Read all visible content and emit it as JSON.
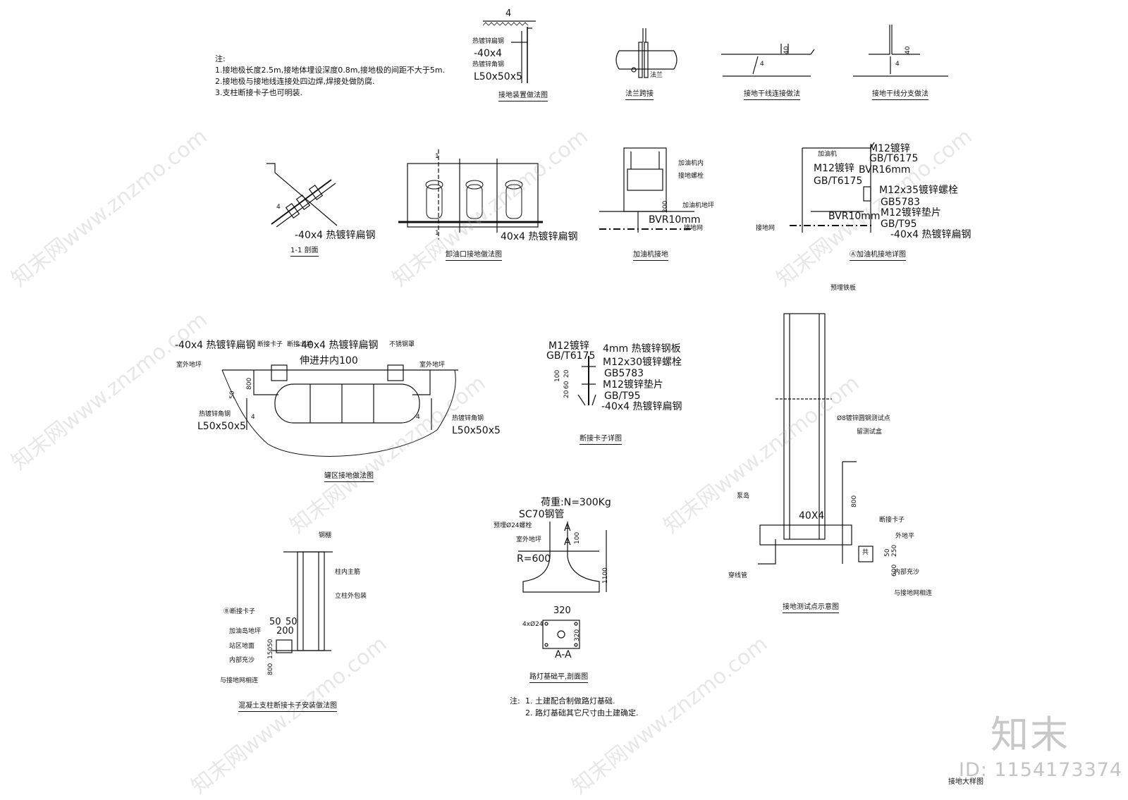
{
  "notes": {
    "heading": "注:",
    "lines": [
      "1.接地极长度2.5m,接地体埋设深度0.8m,接地极的间距不大于5m.",
      "2.接地极与接地线连接处四边焊,焊接处做防腐.",
      "3.支柱断接卡子也可明装."
    ]
  },
  "detail_ground_device": {
    "title": "接地装置做法图",
    "dim": "4",
    "labels": [
      "热镀锌扁钢",
      "-40x4",
      "热镀锌角钢",
      "L50x50x5"
    ]
  },
  "detail_flange": {
    "title": "法兰跨接",
    "label": "法兰"
  },
  "detail_trunk_joint": {
    "title": "接地干线连接做法",
    "dims": [
      "40",
      "4"
    ]
  },
  "detail_trunk_branch": {
    "title": "接地干线分支做法",
    "dims": [
      "40",
      "4"
    ]
  },
  "detail_section_1_1": {
    "title": "1-1 剖面",
    "dim": "4",
    "label": "-40x4 热镀锌扁钢"
  },
  "detail_unloading": {
    "title": "卸油口接地做法图",
    "marks": [
      "1",
      "1"
    ],
    "label": "40x4 热镀锌扁钢"
  },
  "detail_dispenser": {
    "title": "加油机接地",
    "labels": [
      "加油机内",
      "接地螺栓",
      "加油机地坪",
      "BVR10mm",
      "接地网",
      "200"
    ]
  },
  "detail_dispenser_detail": {
    "title": "Ⓐ加油机接地详图",
    "labels": [
      "加油机",
      "M12镀锌",
      "GB/T6175",
      "M12镀锌",
      "BVR16mm",
      "GB/T6175",
      "M12x35镀锌螺栓",
      "GB5783",
      "BVR10mm",
      "M12镀锌垫片",
      "GB/T95",
      "接地网",
      "-40x4 热镀锌扁钢"
    ]
  },
  "detail_tank_area": {
    "title": "罐区接地做法图",
    "labels": [
      "-40x4 热镀锌扁钢",
      "断接卡子",
      "断接卡井",
      "-40x4 热镀锌扁钢",
      "不锈钢罩",
      "室外地坪",
      "伸进井内100",
      "室外地坪",
      "800",
      "50",
      "热镀锌角钢",
      "L50x50x5",
      "热镀锌角钢",
      "L50x50x5",
      "4",
      "4"
    ]
  },
  "detail_clamp": {
    "title": "断接卡子详图",
    "labels": [
      "M12镀锌",
      "GB/T6175",
      "4mm 热镀锌钢板",
      "M12x30镀锌螺栓",
      "GB5783",
      "M12镀锌垫片",
      "GB/T95",
      "-40x4 热镀锌扁钢"
    ],
    "dims": [
      "100",
      "20",
      "60",
      "20"
    ]
  },
  "detail_test_point": {
    "title": "接地测试点示意图",
    "labels": [
      "预埋铁板",
      "Ø8镀锌圆钢测试点",
      "留测试盒",
      "泵岛",
      "40X4",
      "断接卡子",
      "外地平",
      "穿线管",
      "内部充沙",
      "与接地网相连",
      "800",
      "50",
      "250",
      "600",
      "共"
    ]
  },
  "detail_concrete_column": {
    "title": "混凝土支柱断接卡子安装做法图",
    "labels": [
      "钢棚",
      "柱内主筋",
      "立柱外包装",
      "Ⓑ断接卡子",
      "加油岛地坪",
      "站区地面",
      "内部充沙",
      "与接地网相连",
      "50",
      "50",
      "200",
      "50",
      "150",
      "800"
    ]
  },
  "detail_lamp_foundation": {
    "title": "路灯基础平,剖面图",
    "labels": [
      "荷重:N=300Kg",
      "SC70钢管",
      "预埋Ø24螺栓",
      "室外地坪",
      "R=600",
      "A",
      "A",
      "100",
      "1100",
      "320",
      "320",
      "4xØ24",
      "A-A"
    ]
  },
  "lamp_notes": {
    "heading": "注:",
    "lines": [
      "1. 土建配合制做路灯基础.",
      "2. 路灯基础其它尺寸由土建确定."
    ]
  },
  "sheet_title": "接地大样图",
  "brand": "知末",
  "id_text": "ID: 1154173374",
  "watermark": "知末网www.znzmo.com"
}
